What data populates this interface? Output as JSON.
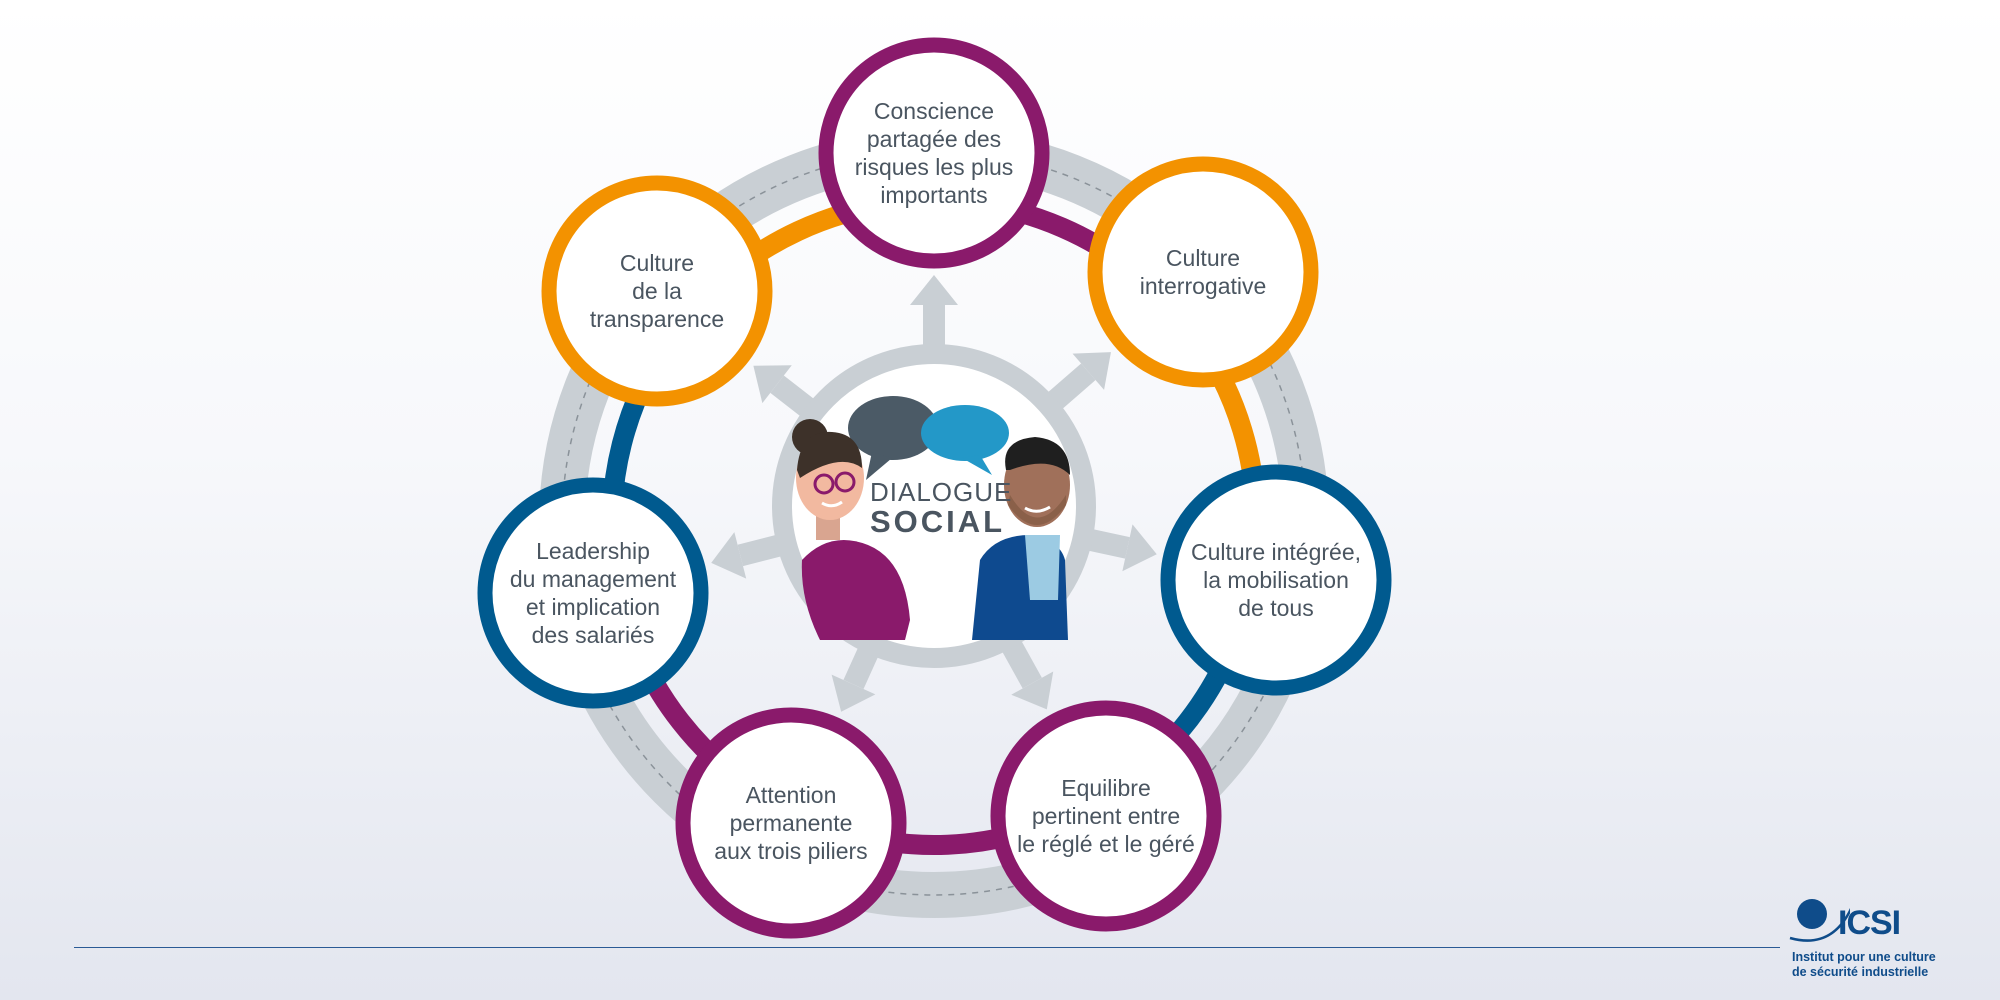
{
  "center": {
    "line1": "DIALOGUE",
    "line2": "SOCIAL"
  },
  "nodes": [
    {
      "id": "conscience",
      "label": "Conscience partagée des risques les plus importants",
      "lines": [
        "Conscience",
        "partagée des",
        "risques les plus",
        "importants"
      ],
      "color": "#8a1a6b"
    },
    {
      "id": "transparence",
      "label": "Culture de la transparence",
      "lines": [
        "Culture",
        "de la",
        "transparence"
      ],
      "color": "#f39200"
    },
    {
      "id": "interrogative",
      "label": "Culture interrogative",
      "lines": [
        "Culture",
        "interrogative"
      ],
      "color": "#f39200"
    },
    {
      "id": "integree",
      "label": "Culture intégrée, la mobilisation de tous",
      "lines": [
        "Culture intégrée,",
        "la mobilisation",
        "de tous"
      ],
      "color": "#005a8f"
    },
    {
      "id": "equilibre",
      "label": "Equilibre pertinent entre le réglé et le géré",
      "lines": [
        "Equilibre",
        "pertinent entre",
        "le réglé et le géré"
      ],
      "color": "#8a1a6b"
    },
    {
      "id": "attention",
      "label": "Attention permanente aux trois piliers",
      "lines": [
        "Attention",
        "permanente",
        "aux trois piliers"
      ],
      "color": "#8a1a6b"
    },
    {
      "id": "leadership",
      "label": "Leadership du management et implication des salariés",
      "lines": [
        "Leadership",
        "du management",
        "et implication",
        "des salariés"
      ],
      "color": "#005a8f"
    }
  ],
  "logo": {
    "name": "ICSI",
    "subtitle_line1": "Institut pour une culture",
    "subtitle_line2": "de sécurité industrielle"
  },
  "colors": {
    "purple": "#8a1a6b",
    "orange": "#f39200",
    "blue": "#005a8f",
    "gray": "#c8cdd2",
    "text": "#4a5560"
  }
}
